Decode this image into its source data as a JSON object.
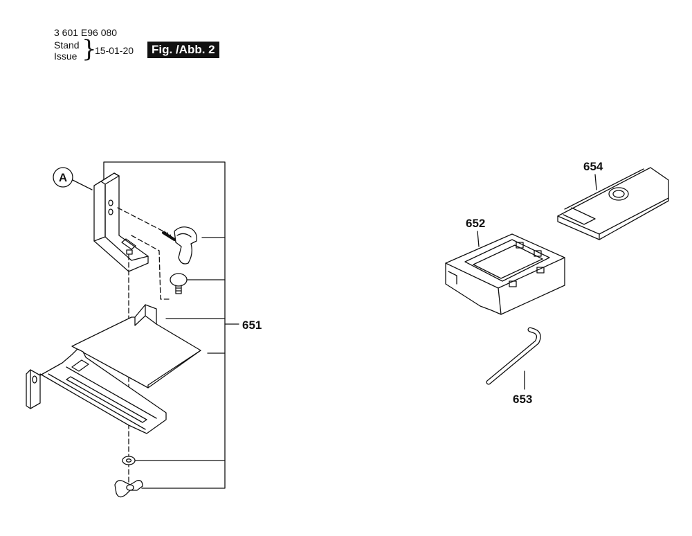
{
  "header": {
    "part_number": "3 601 E96 080",
    "stand_label": "Stand",
    "issue_label": "Issue",
    "brace": "}",
    "date": "15-01-20",
    "figure_label": "Fig. /Abb. 2"
  },
  "callouts": {
    "detail_a": "A",
    "part_651": "651",
    "part_652": "652",
    "part_653": "653",
    "part_654": "654"
  },
  "colors": {
    "line": "#111111",
    "fill": "#ffffff",
    "shade": "#cfcfcf",
    "label_bg": "#111111",
    "label_text": "#ffffff"
  }
}
